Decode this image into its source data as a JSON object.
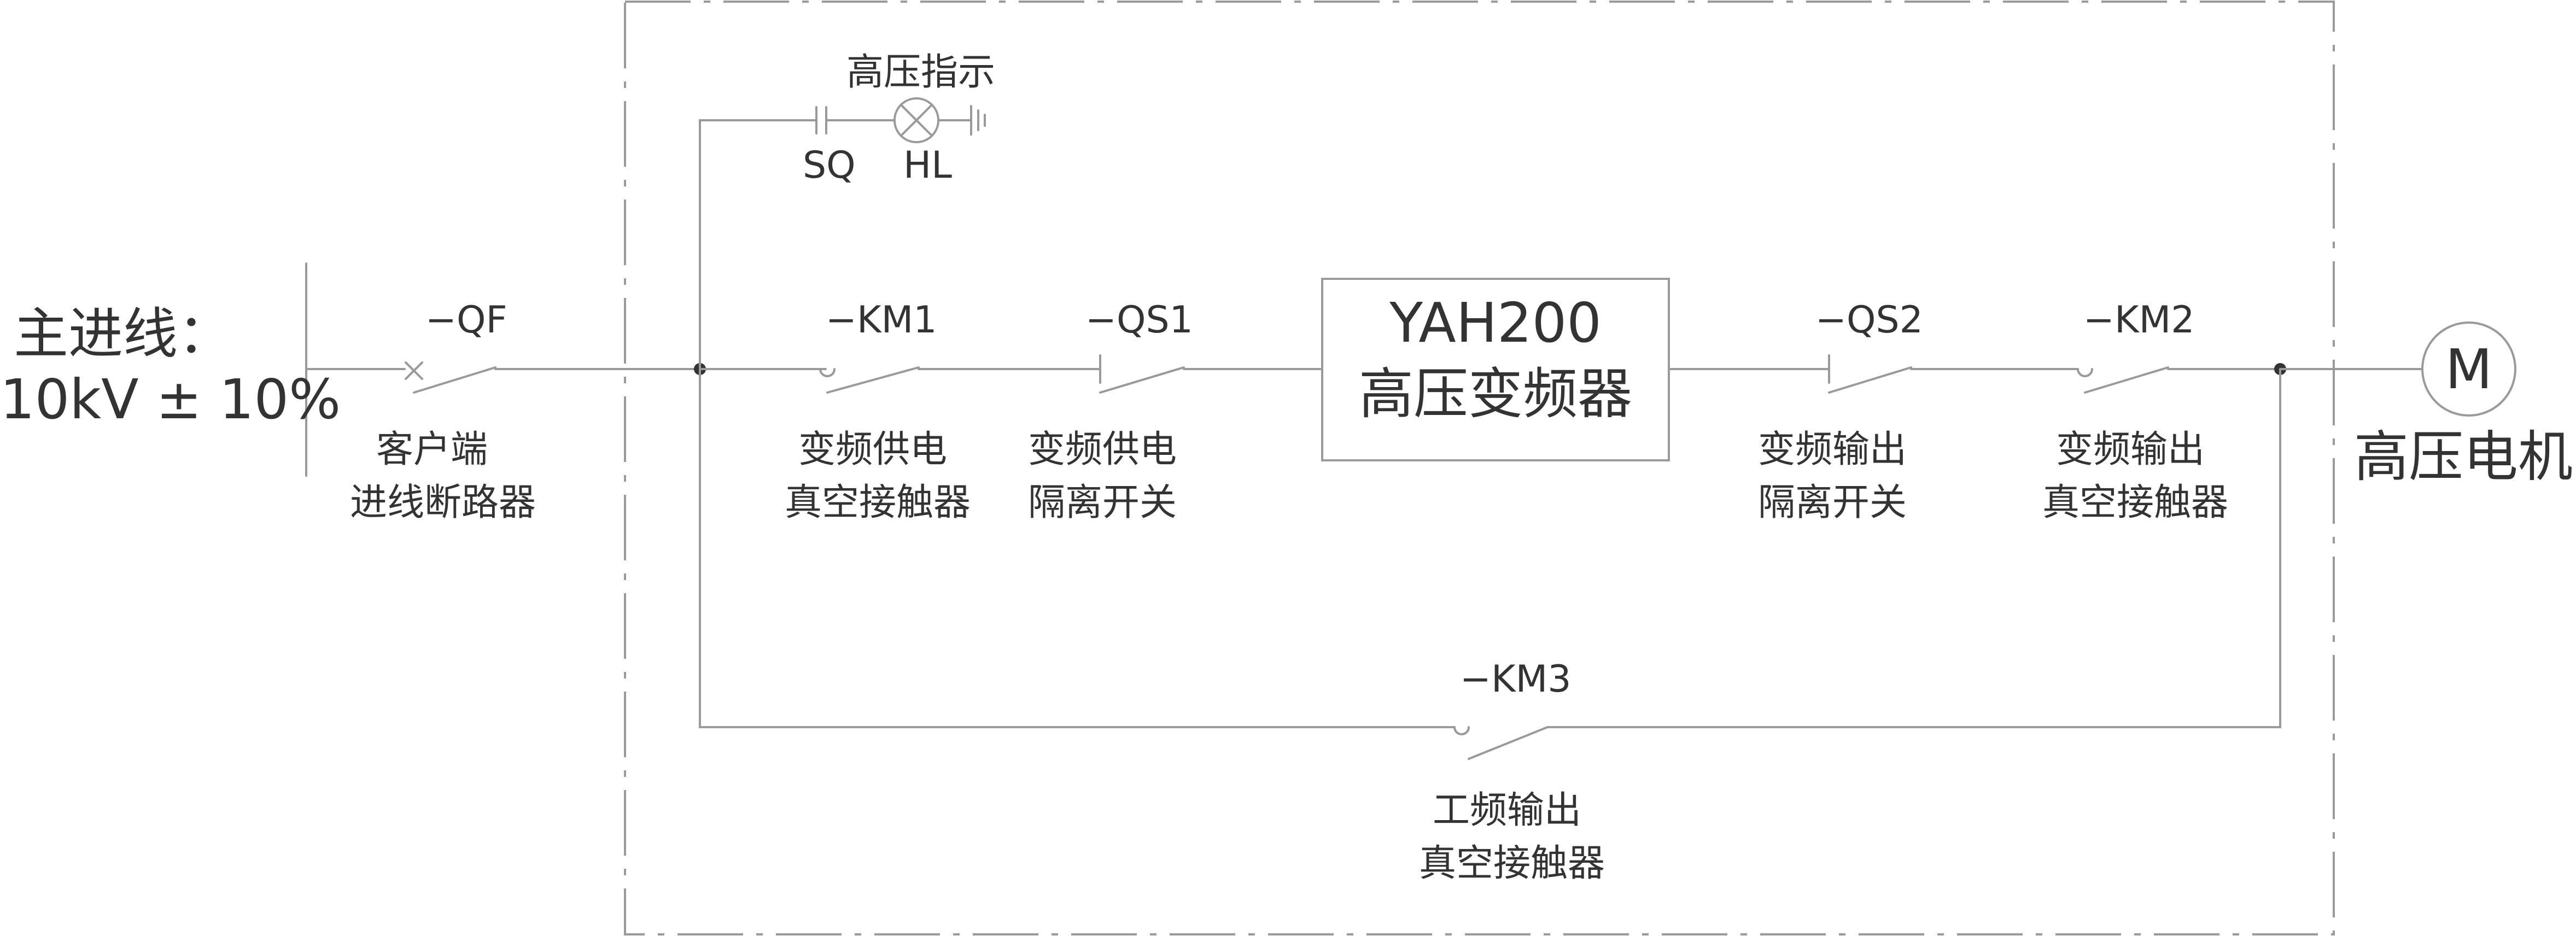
{
  "main_line": {
    "title": "主进线：",
    "voltage": "10kV ± 10%"
  },
  "customer_breaker": {
    "tag": "−QF",
    "name_line1": "客户端",
    "name_line2": "进线断路器"
  },
  "hv_indicator": {
    "title": "高压指示",
    "switch_tag": "SQ",
    "lamp_tag": "HL"
  },
  "km1": {
    "tag": "−KM1",
    "name_line1": "变频供电",
    "name_line2": "真空接触器"
  },
  "qs1": {
    "tag": "−QS1",
    "name_line1": "变频供电",
    "name_line2": "隔离开关"
  },
  "inverter": {
    "model": "YAH200",
    "name": "高压变频器"
  },
  "qs2": {
    "tag": "−QS2",
    "name_line1": "变频输出",
    "name_line2": "隔离开关"
  },
  "km2": {
    "tag": "−KM2",
    "name_line1": "变频输出",
    "name_line2": "真空接触器"
  },
  "motor": {
    "symbol": "M",
    "name": "高压电机"
  },
  "km3": {
    "tag": "−KM3",
    "name_line1": "工频输出",
    "name_line2": "真空接触器"
  }
}
